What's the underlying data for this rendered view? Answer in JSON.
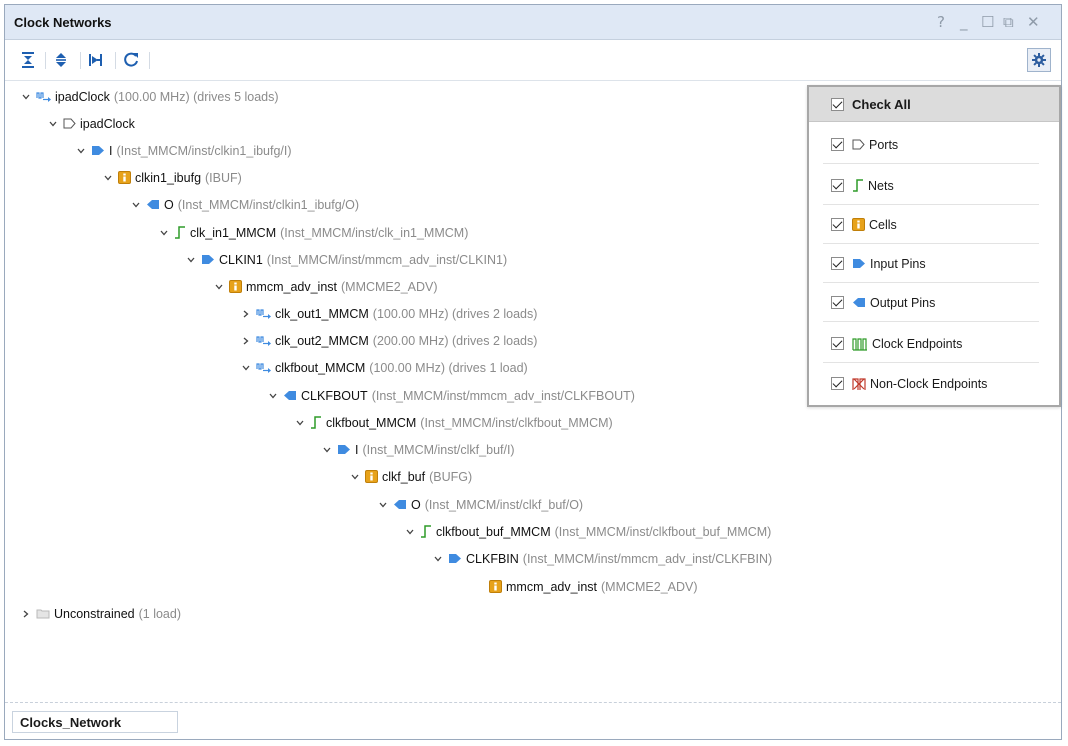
{
  "window": {
    "title": "Clock Networks",
    "controls": [
      "?",
      "_",
      "☐",
      "⧉",
      "✕"
    ]
  },
  "toolbar": {
    "buttons": [
      "collapse-all",
      "expand-all",
      "expand-selection",
      "refresh"
    ],
    "settings": "gear-icon"
  },
  "tree": [
    {
      "name": "ipadClock",
      "detail": "(100.00 MHz) (drives 5 loads)",
      "icon": "clock-icon",
      "expander": "down"
    },
    {
      "name": "ipadClock",
      "detail": "",
      "icon": "port-icon",
      "expander": "down"
    },
    {
      "name": "I",
      "detail": "(Inst_MMCM/inst/clkin1_ibufg/I)",
      "icon": "input-pin-icon",
      "expander": "down"
    },
    {
      "name": "clkin1_ibufg",
      "detail": "(IBUF)",
      "icon": "cell-icon",
      "expander": "down"
    },
    {
      "name": "O",
      "detail": "(Inst_MMCM/inst/clkin1_ibufg/O)",
      "icon": "output-pin-icon",
      "expander": "down"
    },
    {
      "name": "clk_in1_MMCM",
      "detail": "(Inst_MMCM/inst/clk_in1_MMCM)",
      "icon": "net-icon",
      "expander": "down"
    },
    {
      "name": "CLKIN1",
      "detail": "(Inst_MMCM/inst/mmcm_adv_inst/CLKIN1)",
      "icon": "input-pin-icon",
      "expander": "down"
    },
    {
      "name": "mmcm_adv_inst",
      "detail": "(MMCME2_ADV)",
      "icon": "cell-icon",
      "expander": "down"
    },
    {
      "name": "clk_out1_MMCM",
      "detail": "(100.00 MHz) (drives 2 loads)",
      "icon": "clock-icon",
      "expander": "right"
    },
    {
      "name": "clk_out2_MMCM",
      "detail": "(200.00 MHz) (drives 2 loads)",
      "icon": "clock-icon",
      "expander": "right"
    },
    {
      "name": "clkfbout_MMCM",
      "detail": "(100.00 MHz) (drives 1 load)",
      "icon": "clock-icon",
      "expander": "down"
    },
    {
      "name": "CLKFBOUT",
      "detail": "(Inst_MMCM/inst/mmcm_adv_inst/CLKFBOUT)",
      "icon": "output-pin-icon",
      "expander": "down"
    },
    {
      "name": "clkfbout_MMCM",
      "detail": "(Inst_MMCM/inst/clkfbout_MMCM)",
      "icon": "net-icon",
      "expander": "down"
    },
    {
      "name": "I",
      "detail": "(Inst_MMCM/inst/clkf_buf/I)",
      "icon": "input-pin-icon",
      "expander": "down"
    },
    {
      "name": "clkf_buf",
      "detail": "(BUFG)",
      "icon": "cell-icon",
      "expander": "down"
    },
    {
      "name": "O",
      "detail": "(Inst_MMCM/inst/clkf_buf/O)",
      "icon": "output-pin-icon",
      "expander": "down"
    },
    {
      "name": "clkfbout_buf_MMCM",
      "detail": "(Inst_MMCM/inst/clkfbout_buf_MMCM)",
      "icon": "net-icon",
      "expander": "down"
    },
    {
      "name": "CLKFBIN",
      "detail": "(Inst_MMCM/inst/mmcm_adv_inst/CLKFBIN)",
      "icon": "input-pin-icon",
      "expander": "down"
    },
    {
      "name": "mmcm_adv_inst",
      "detail": "(MMCME2_ADV)",
      "icon": "cell-icon",
      "expander": "none"
    },
    {
      "name": "Unconstrained",
      "detail": "(1 load)",
      "icon": "folder-icon",
      "expander": "right"
    }
  ],
  "filter_popup": {
    "check_all": "Check All",
    "items": [
      {
        "label": "Ports",
        "icon": "port-icon",
        "checked": true
      },
      {
        "label": "Nets",
        "icon": "net-icon",
        "checked": true
      },
      {
        "label": "Cells",
        "icon": "cell-icon",
        "checked": true
      },
      {
        "label": "Input Pins",
        "icon": "input-pin-icon",
        "checked": true
      },
      {
        "label": "Output Pins",
        "icon": "output-pin-icon",
        "checked": true
      },
      {
        "label": "Clock Endpoints",
        "icon": "clock-endpoint-icon",
        "checked": true
      },
      {
        "label": "Non-Clock Endpoints",
        "icon": "non-clock-endpoint-icon",
        "checked": true
      }
    ]
  },
  "bottom_tab": "Clocks_Network",
  "colors": {
    "titlebar": "#dfe8f5",
    "pin_blue": "#3f8be0",
    "cell_orange": "#e7a21a",
    "net_green": "#2f9b28",
    "detail_gray": "#8b8b8b"
  }
}
